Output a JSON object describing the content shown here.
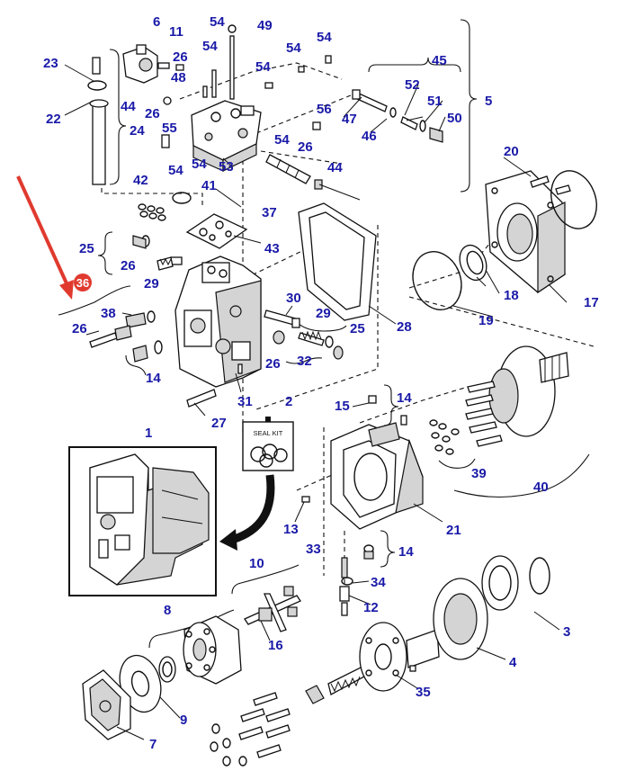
{
  "callouts": {
    "c1": "1",
    "c2": "2",
    "c3": "3",
    "c4": "4",
    "c5": "5",
    "c6": "6",
    "c7": "7",
    "c8": "8",
    "c9": "9",
    "c10": "10",
    "c11": "11",
    "c12": "12",
    "c13": "13",
    "c14a": "14",
    "c14b": "14",
    "c14c": "14",
    "c15": "15",
    "c16": "16",
    "c17": "17",
    "c18": "18",
    "c19": "19",
    "c20": "20",
    "c21": "21",
    "c22": "22",
    "c23": "23",
    "c24": "24",
    "c25a": "25",
    "c25b": "25",
    "c26a": "26",
    "c26b": "26",
    "c26c": "26",
    "c26d": "26",
    "c26e": "26",
    "c26f": "26",
    "c27": "27",
    "c28": "28",
    "c29a": "29",
    "c29b": "29",
    "c30": "30",
    "c31": "31",
    "c32": "32",
    "c33": "33",
    "c34": "34",
    "c35": "35",
    "c36": "36",
    "c37": "37",
    "c38": "38",
    "c39": "39",
    "c40": "40",
    "c41": "41",
    "c42": "42",
    "c43": "43",
    "c44a": "44",
    "c44b": "44",
    "c45": "45",
    "c46": "46",
    "c47": "47",
    "c48": "48",
    "c49": "49",
    "c50": "50",
    "c51": "51",
    "c52": "52",
    "c53": "53",
    "c54a": "54",
    "c54b": "54",
    "c54c": "54",
    "c54d": "54",
    "c54e": "54",
    "c54f": "54",
    "c54g": "54",
    "c54h": "54",
    "c55": "55",
    "c56": "56"
  },
  "seal_kit_label": "SEAL KIT",
  "colors": {
    "callout_text": "#1a1aa8",
    "highlight_badge": "#e03a2f",
    "arrow": "#e03a2f",
    "lines": "#111111"
  }
}
